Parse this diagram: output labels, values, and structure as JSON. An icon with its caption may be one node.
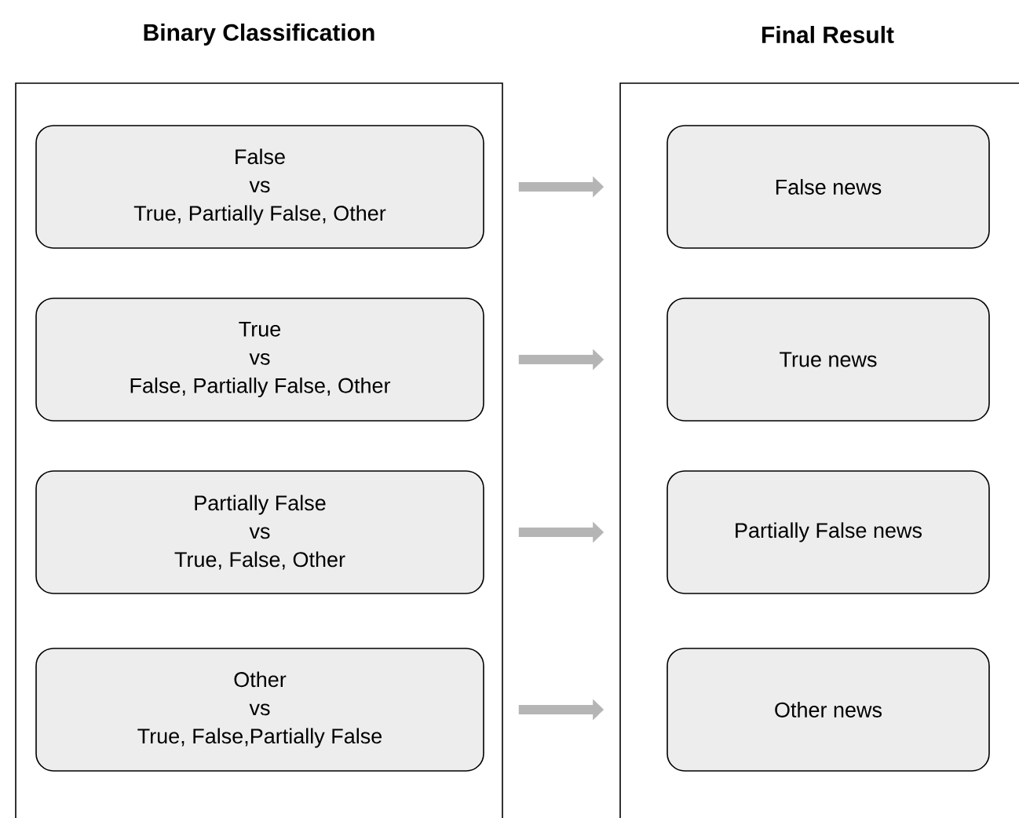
{
  "diagram": {
    "nodes": [
      {
        "text": [
          "Binary Classification"
        ]
      },
      {
        "text": [
          "False",
          "vs",
          "True, Partially False, Other"
        ],
        "in": 0
      },
      {
        "text": [
          "True",
          "vs",
          "False, Partially False, Other"
        ],
        "in": 0
      },
      {
        "text": [
          "Partially False",
          "vs",
          "True, False, Other"
        ],
        "in": 0
      },
      {
        "text": [
          "Other",
          "vs",
          "True, False,Partially False"
        ],
        "in": 0
      },
      {
        "text": [
          "Final Result"
        ]
      },
      {
        "text": [
          "False news"
        ],
        "in": 5
      },
      {
        "text": [
          "True news"
        ],
        "in": 5
      },
      {
        "text": [
          "Partially False news"
        ],
        "in": 5
      },
      {
        "text": [
          "Other news"
        ],
        "in": 5
      }
    ],
    "edges": [
      {
        "from": 1,
        "to": 6,
        "arrow": "to"
      },
      {
        "from": 2,
        "to": 7,
        "arrow": "to"
      },
      {
        "from": 3,
        "to": 8,
        "arrow": "to"
      },
      {
        "from": 4,
        "to": 9,
        "arrow": "to"
      }
    ]
  }
}
